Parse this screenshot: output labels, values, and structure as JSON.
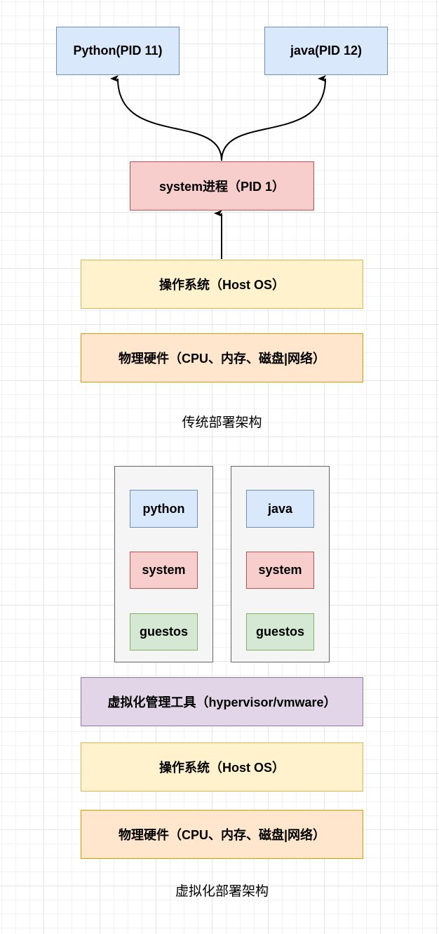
{
  "traditional": {
    "python_process": "Python(PID 11)",
    "java_process": "java(PID 12)",
    "system_process": "system进程（PID 1）",
    "host_os": "操作系统（Host OS）",
    "hardware": "物理硬件（CPU、内存、磁盘|网络）",
    "caption": "传统部署架构"
  },
  "virtualized": {
    "vm1": {
      "app": "python",
      "system": "system",
      "guest_os": "guestos"
    },
    "vm2": {
      "app": "java",
      "system": "system",
      "guest_os": "guestos"
    },
    "hypervisor": "虚拟化管理工具（hypervisor/vmware）",
    "host_os": "操作系统（Host OS）",
    "hardware": "物理硬件（CPU、内存、磁盘|网络）",
    "caption": "虚拟化部署架构"
  },
  "colors": {
    "blue_fill": "#dae8fc",
    "blue_stroke": "#6c8ebf",
    "red_fill": "#f8cecc",
    "red_stroke": "#b85450",
    "yellow_fill": "#fff2cc",
    "yellow_stroke": "#d6b656",
    "orange_fill": "#ffe6cc",
    "orange_stroke": "#d79b00",
    "green_fill": "#d5e8d4",
    "green_stroke": "#82b366",
    "purple_fill": "#e1d5e7",
    "purple_stroke": "#9673a6",
    "vm_fill": "#f5f5f5",
    "vm_stroke": "#666666"
  }
}
